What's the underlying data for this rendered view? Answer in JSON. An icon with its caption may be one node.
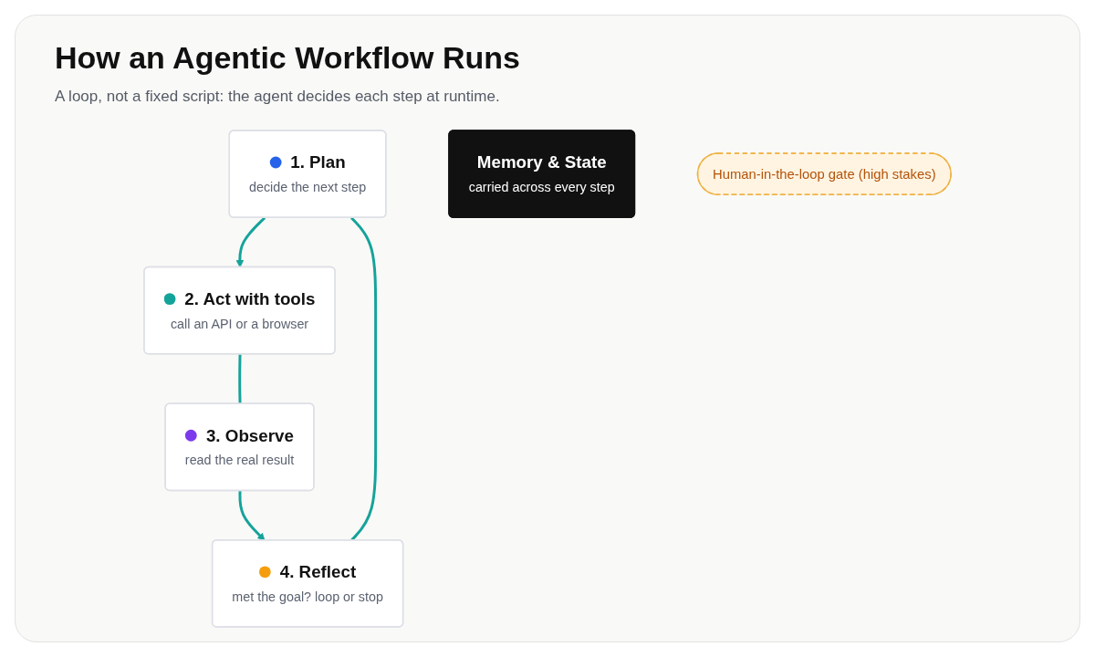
{
  "diagram": {
    "title": "How an Agentic Workflow Runs",
    "caption": "A loop, not a fixed script: the agent decides each step at runtime.",
    "nodes": [
      {
        "text": [
          "1. Plan",
          "decide the next step"
        ]
      },
      {
        "text": [
          "4. Reflect",
          "met the goal? loop or stop"
        ]
      },
      {
        "text": [
          "Memory & State",
          "carried across every step"
        ]
      },
      {
        "text": [
          "2. Act with tools",
          "call an API or a browser"
        ]
      },
      {
        "text": [
          "Human-in-the-loop gate (high stakes)"
        ]
      },
      {
        "text": [
          "3. Observe",
          "read the real result"
        ]
      }
    ],
    "edges": [
      {
        "from": 0,
        "to": 3,
        "arrow": "to"
      },
      {
        "from": 3,
        "to": 5,
        "arrow": "none"
      },
      {
        "from": 5,
        "to": 1,
        "arrow": "to"
      },
      {
        "from": 1,
        "to": 0,
        "arrow": "none"
      }
    ]
  }
}
